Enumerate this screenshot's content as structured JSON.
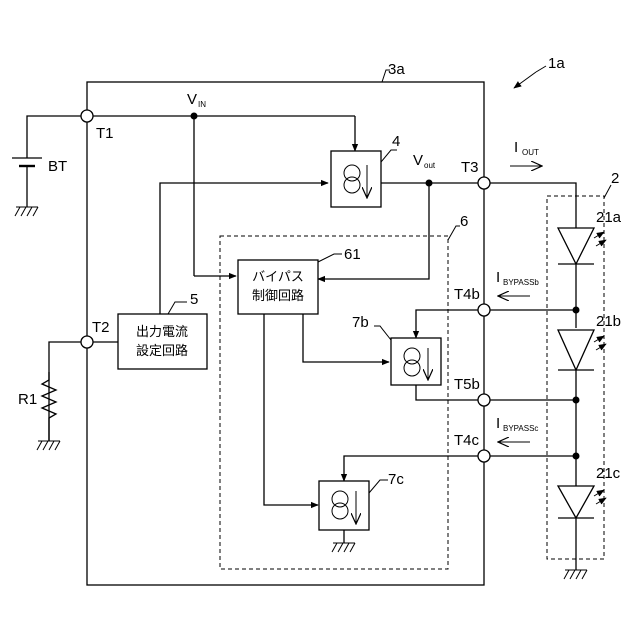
{
  "labels": {
    "device": "1a",
    "ic": "3a",
    "regulator": "4",
    "bypass_block": "6",
    "bypass_ctrl": "61",
    "current_set": "5",
    "led_string": "2",
    "src_b": "7b",
    "src_c": "7c",
    "led_a": "21a",
    "led_b": "21b",
    "led_c": "21c",
    "battery": "BT",
    "resistor": "R1",
    "t1": "T1",
    "t2": "T2",
    "t3": "T3",
    "t4b": "T4b",
    "t5b": "T5b",
    "t4c": "T4c"
  },
  "signals": {
    "vin": {
      "main": "V",
      "sub": "IN"
    },
    "vout": {
      "main": "V",
      "sub": "out"
    },
    "iout": {
      "main": "I",
      "sub": "OUT"
    },
    "ibypass_b": {
      "main": "I",
      "sub": "BYPASSb"
    },
    "ibypass_c": {
      "main": "I",
      "sub": "BYPASSc"
    }
  },
  "blocks": {
    "bypass_ctrl_line1": "バイパス",
    "bypass_ctrl_line2": "制御回路",
    "current_set_line1": "出力電流",
    "current_set_line2": "設定回路"
  }
}
